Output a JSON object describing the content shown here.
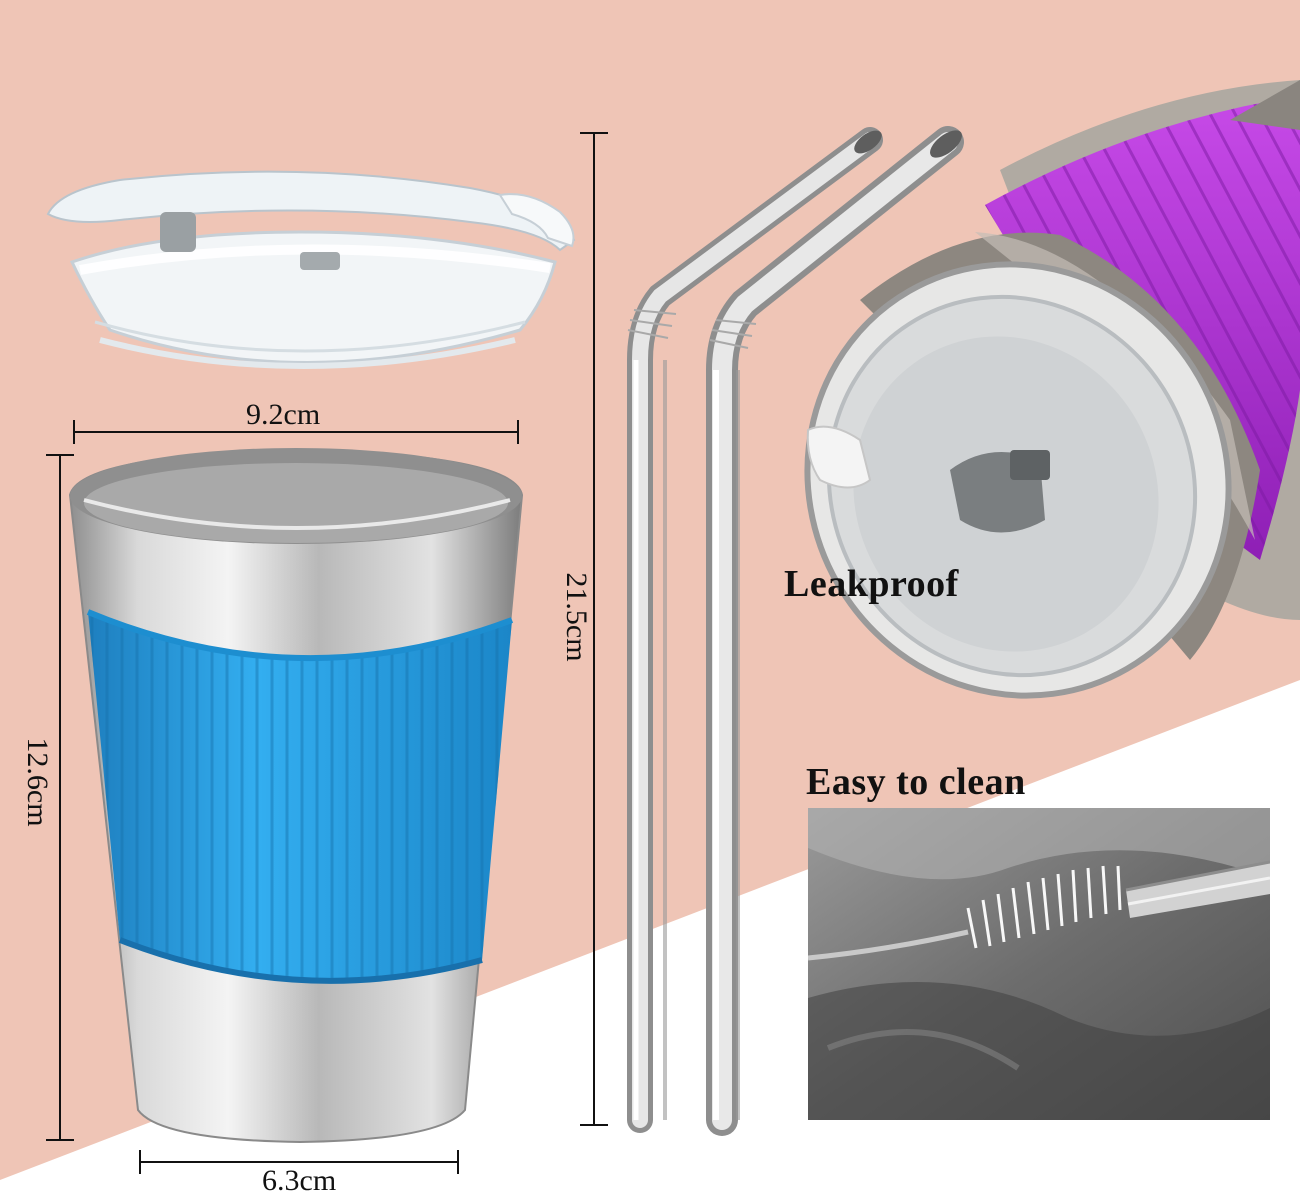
{
  "colors": {
    "background_pink": "#efc5b6",
    "background_white": "#ffffff",
    "sleeve_blue": "#2aa0dc",
    "sleeve_purple": "#b12ed8",
    "steel": "#c9c9c9"
  },
  "labels": {
    "lid_width": "9.2cm",
    "straw_length": "21.5cm",
    "cup_height": "12.6cm",
    "base_width": "6.3cm",
    "leakproof": "Leakproof",
    "easy_to_clean": "Easy to clean"
  },
  "icons": {
    "lid": "clear-lid-illustration",
    "cup": "steel-cup-illustration",
    "straws": "bent-straws-illustration",
    "tumbler": "lidded-tumbler-illustration",
    "brush": "cleaning-brush-photo"
  }
}
